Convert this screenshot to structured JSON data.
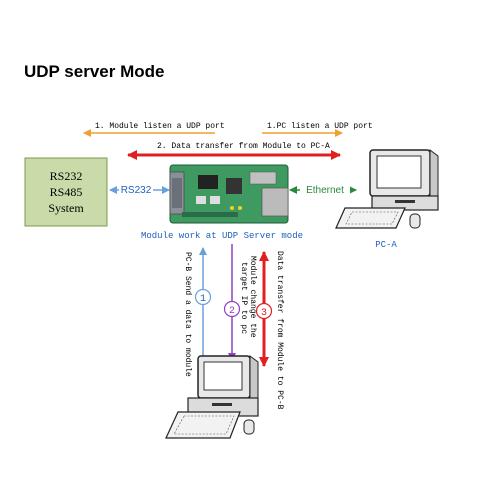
{
  "title": "UDP server Mode",
  "labels": {
    "step1_module": "1. Module listen a UDP port",
    "step1_pc": "1.PC listen a UDP port",
    "step2": "2. Data transfer from Module to PC-A",
    "rs232_link": "RS232",
    "ethernet_link": "Ethernet",
    "system_box": [
      "RS232",
      "RS485",
      "System"
    ],
    "module_caption": "Module work at UDP Server mode",
    "pc_a": "PC-A",
    "pc_b_send": "PC-B Send a data to module",
    "module_change": [
      "Module change the",
      "target IP to pc"
    ],
    "transfer_pc_b": "Data transfer from Module to PC-B"
  },
  "step_numbers": [
    "1",
    "2",
    "3"
  ],
  "colors": {
    "orange": "#f0a030",
    "red": "#e02020",
    "green_link": "#2a8a3a",
    "blue_text": "#2060c0",
    "system_fill": "#c8dba8",
    "system_border": "#7a9a50",
    "board_green": "#3f9a62",
    "arrow_blue": "#6aa0d8",
    "arrow_purple": "#9040c0"
  },
  "icons": [
    "computer-icon",
    "module-board-icon"
  ]
}
